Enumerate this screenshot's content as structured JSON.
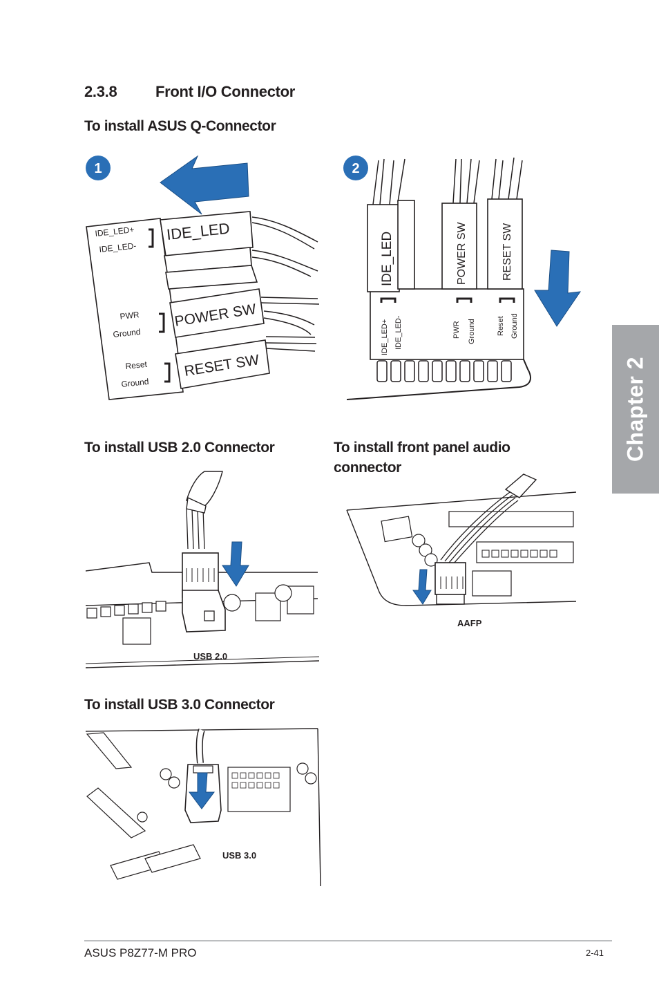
{
  "section": {
    "number": "2.3.8",
    "title": "Front I/O Connector"
  },
  "qconnector": {
    "heading": "To install ASUS Q-Connector",
    "step1": "1",
    "step2": "2",
    "fig1": {
      "left_labels": [
        "IDE_LED+",
        "IDE_LED-",
        "PWR",
        "Ground",
        "Reset",
        "Ground"
      ],
      "plug_labels": [
        "IDE_LED",
        "POWER SW",
        "RESET SW"
      ]
    },
    "fig2": {
      "plug_labels": [
        "IDE_LED",
        "POWER SW",
        "RESET SW"
      ],
      "pin_labels": [
        "IDE_LED+",
        "IDE_LED-",
        "PWR",
        "Ground",
        "Reset",
        "Ground"
      ]
    }
  },
  "usb2": {
    "heading": "To install USB 2.0 Connector",
    "label": "USB 2.0"
  },
  "audio": {
    "heading_line1": "To install front panel audio",
    "heading_line2": "connector",
    "label": "AAFP"
  },
  "usb3": {
    "heading": "To install USB 3.0 Connector",
    "label": "USB 3.0"
  },
  "chapter_tab": "Chapter 2",
  "footer": {
    "left": "ASUS P8Z77-M PRO",
    "right": "2-41"
  },
  "colors": {
    "accent_blue": "#2a6fb6",
    "tab_gray": "#a5a7aa",
    "rule_gray": "#bcbec0"
  }
}
